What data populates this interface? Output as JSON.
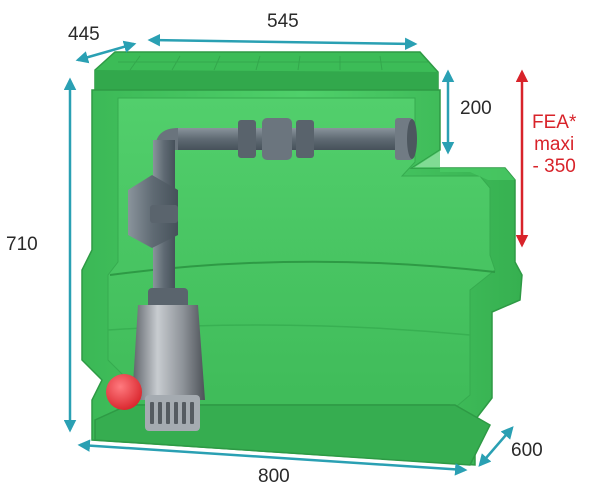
{
  "dimensions": {
    "top_depth": "445",
    "top_width": "545",
    "outlet_height": "200",
    "total_height": "710",
    "base_width": "800",
    "base_depth": "600"
  },
  "fea": {
    "line1": "FEA*",
    "line2": "maxi",
    "line3": "- 350"
  },
  "colors": {
    "tank_green": "#3fbe5a",
    "tank_dark": "#2e9a45",
    "dimension_teal": "#2aa0b3",
    "fea_red": "#d8232a",
    "pipe_grey": "#6d7780",
    "pump_red": "#e8353c"
  }
}
